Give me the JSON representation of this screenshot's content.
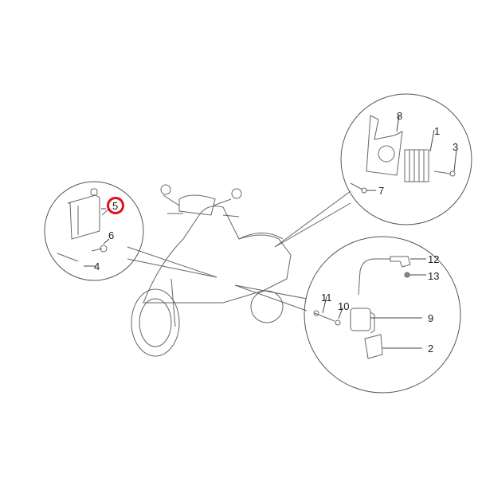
{
  "diagram": {
    "subject": "Scooter ignition / voltage regulator parts exploded view",
    "highlight_color": "#e0101a",
    "line_color": "#555555",
    "highlighted_part": "5",
    "callouts": [
      {
        "id": "left",
        "parts": [
          "5",
          "6",
          "4"
        ]
      },
      {
        "id": "top-right",
        "parts": [
          "8",
          "1",
          "3",
          "7"
        ]
      },
      {
        "id": "bottom-right",
        "parts": [
          "12",
          "13",
          "11",
          "10",
          "9",
          "2"
        ]
      }
    ],
    "labels": {
      "p1": "1",
      "p2": "2",
      "p3": "3",
      "p4": "4",
      "p5": "5",
      "p6": "6",
      "p7": "7",
      "p8": "8",
      "p9": "9",
      "p10": "10",
      "p11": "11",
      "p12": "12",
      "p13": "13"
    }
  }
}
